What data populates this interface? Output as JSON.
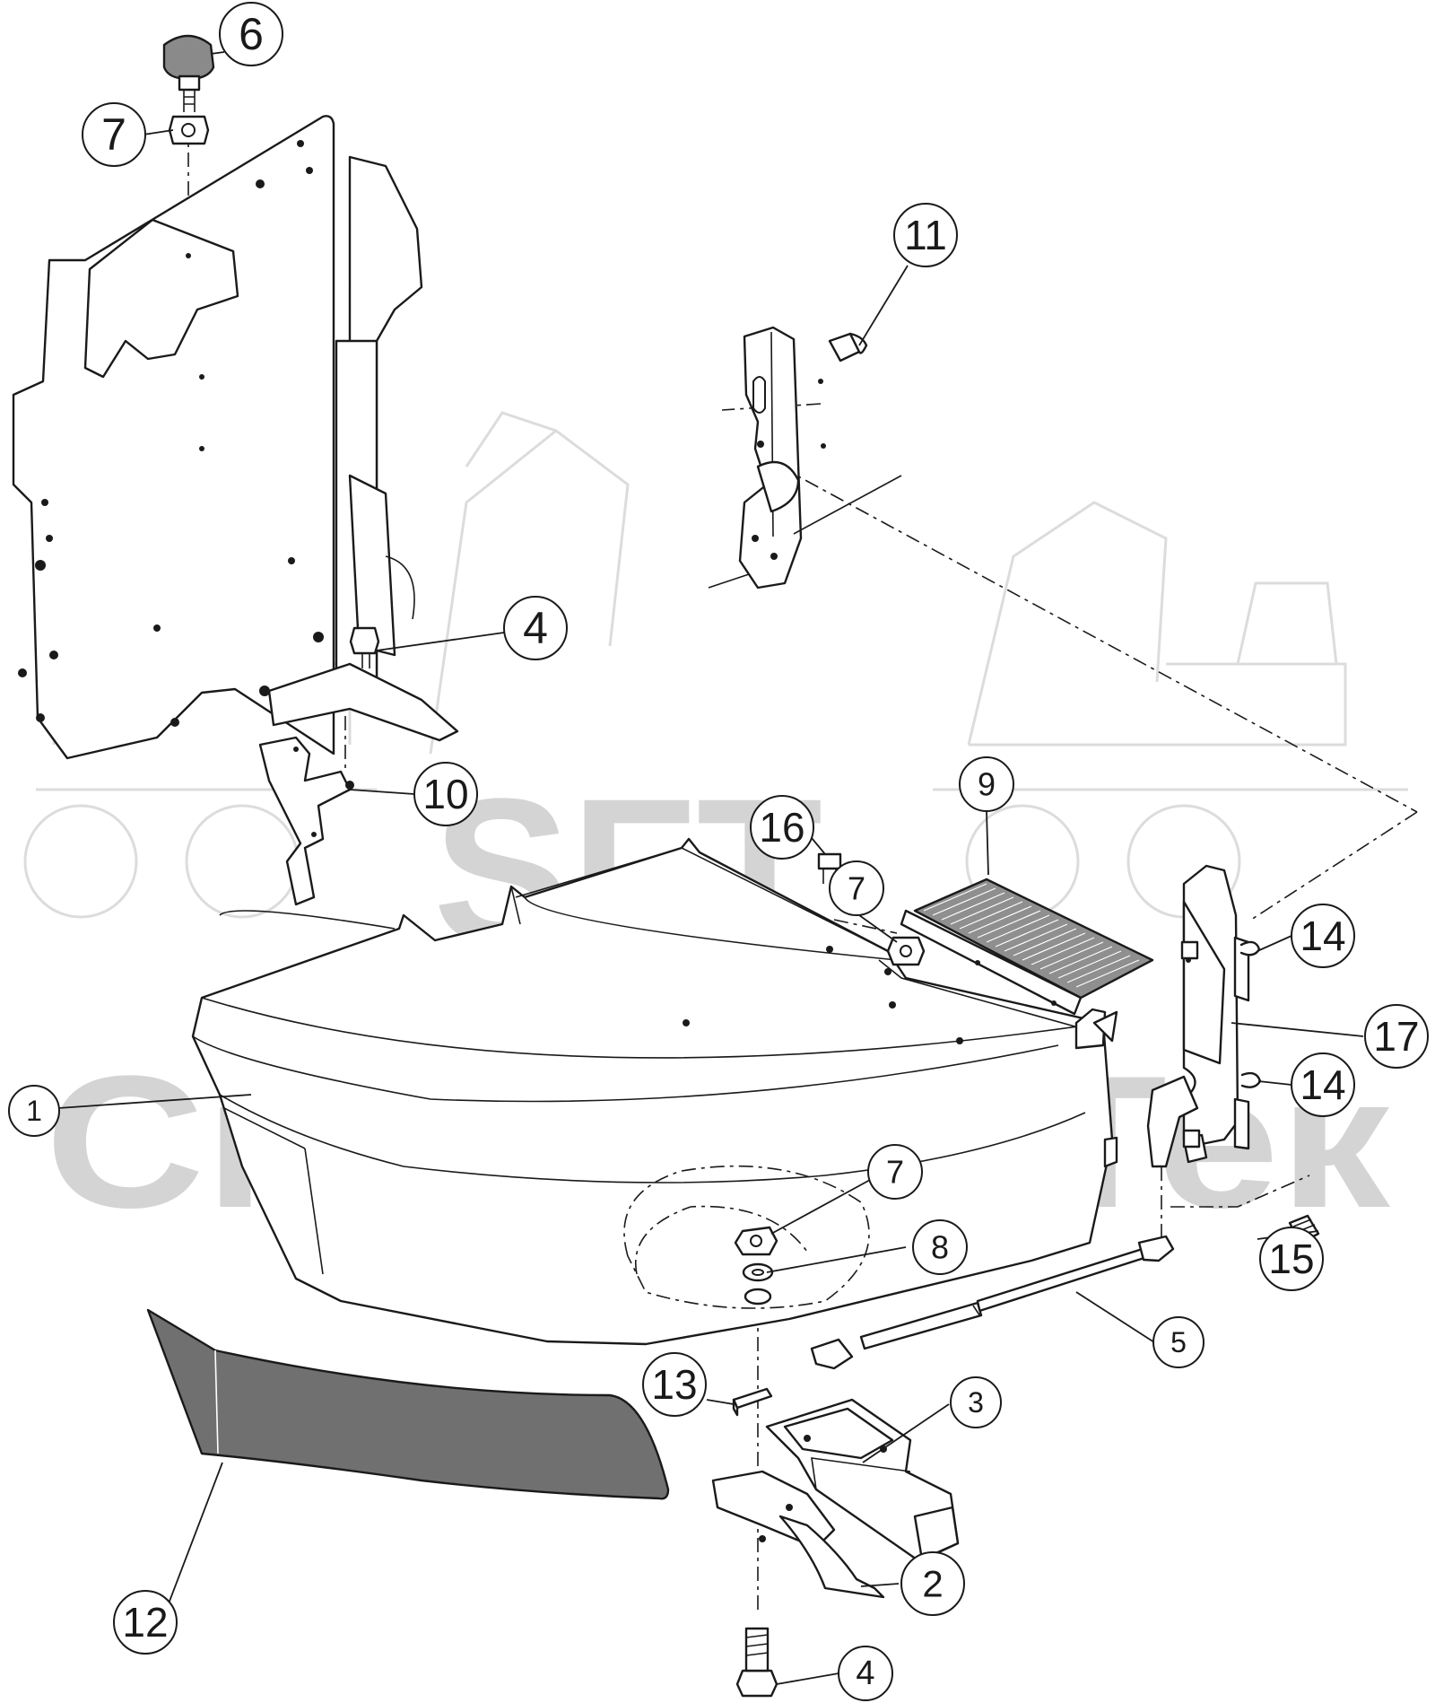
{
  "watermark": {
    "logo_text": "SFT",
    "brand_text": "СканФорТек",
    "color": "#d4d4d4"
  },
  "diagram": {
    "line_color": "#1a1a1a",
    "fill_color": "#ffffff",
    "shade_color": "#707070",
    "parts": [
      {
        "name": "mower-deck-housing",
        "callout": "1"
      },
      {
        "name": "blade",
        "callout": "2"
      },
      {
        "name": "blade-holder",
        "callout": "3"
      },
      {
        "name": "bolt",
        "callout": "4"
      },
      {
        "name": "gas-spring",
        "callout": "5"
      },
      {
        "name": "knob",
        "callout": "6"
      },
      {
        "name": "nut",
        "callout": "7"
      },
      {
        "name": "washer",
        "callout": "8"
      },
      {
        "name": "rubber-flap",
        "callout": "9"
      },
      {
        "name": "bracket",
        "callout": "10"
      },
      {
        "name": "screw",
        "callout": "11"
      },
      {
        "name": "skirt-panel",
        "callout": "12"
      },
      {
        "name": "key",
        "callout": "13"
      },
      {
        "name": "snap-clip",
        "callout": "14"
      },
      {
        "name": "set-screw",
        "callout": "15"
      },
      {
        "name": "bolt-small",
        "callout": "16"
      },
      {
        "name": "hinge-bracket",
        "callout": "17"
      }
    ],
    "callouts": [
      {
        "id": "6",
        "label": "6"
      },
      {
        "id": "7a",
        "label": "7"
      },
      {
        "id": "11",
        "label": "11"
      },
      {
        "id": "4a",
        "label": "4"
      },
      {
        "id": "10",
        "label": "10"
      },
      {
        "id": "9",
        "label": "9"
      },
      {
        "id": "16",
        "label": "16"
      },
      {
        "id": "7b",
        "label": "7"
      },
      {
        "id": "14a",
        "label": "14"
      },
      {
        "id": "17",
        "label": "17"
      },
      {
        "id": "14b",
        "label": "14"
      },
      {
        "id": "1",
        "label": "1"
      },
      {
        "id": "7c",
        "label": "7"
      },
      {
        "id": "8",
        "label": "8"
      },
      {
        "id": "15",
        "label": "15"
      },
      {
        "id": "5",
        "label": "5"
      },
      {
        "id": "13",
        "label": "13"
      },
      {
        "id": "3",
        "label": "3"
      },
      {
        "id": "2",
        "label": "2"
      },
      {
        "id": "12",
        "label": "12"
      },
      {
        "id": "4b",
        "label": "4"
      }
    ]
  }
}
